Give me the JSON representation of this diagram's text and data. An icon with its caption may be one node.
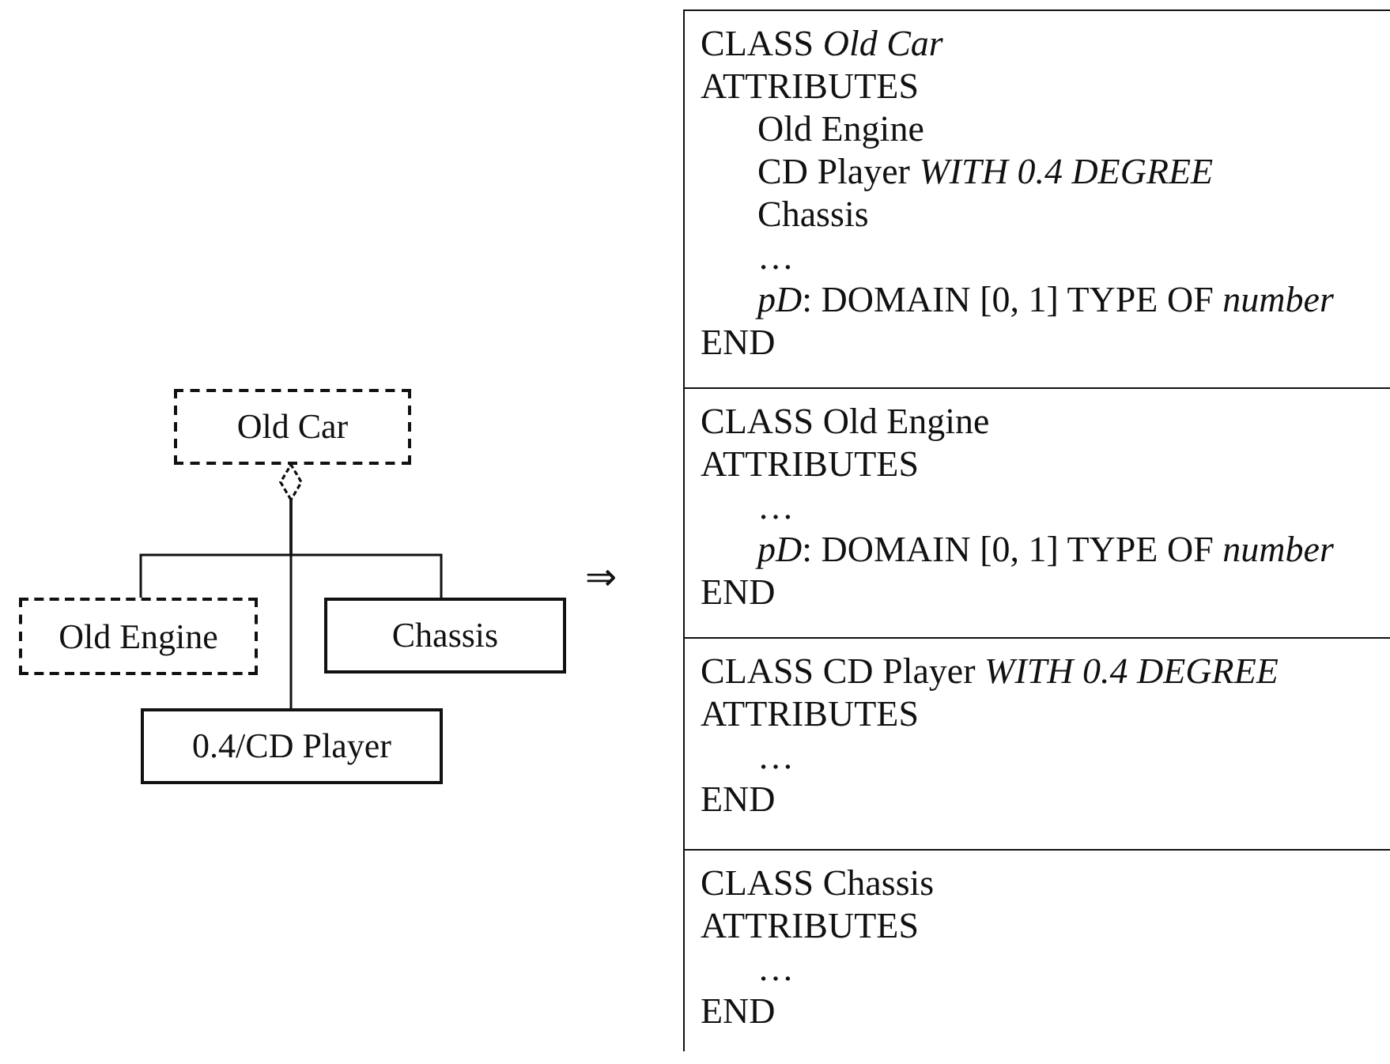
{
  "diagram": {
    "nodes": [
      {
        "text": [
          "Old Car"
        ]
      },
      {
        "text": [
          "Old Engine"
        ]
      },
      {
        "text": [
          "Chassis"
        ]
      },
      {
        "text": [
          "0.4/CD Player"
        ]
      },
      {
        "text": [
          "CLASS *Old Car*",
          "ATTRIBUTES",
          "Old Engine",
          "CD Player *WITH 0.4 DEGREE*",
          "Chassis",
          "…",
          "*pD*: DOMAIN [0, 1] TYPE OF *number*",
          "END"
        ]
      },
      {
        "text": [
          "CLASS Old Engine",
          "ATTRIBUTES",
          "…",
          "*pD*: DOMAIN [0, 1] TYPE OF *number*",
          "END"
        ]
      },
      {
        "text": [
          "CLASS CD Player *WITH 0.4 DEGREE*",
          "ATTRIBUTES",
          "…",
          "END"
        ]
      },
      {
        "text": [
          "CLASS Chassis",
          "ATTRIBUTES",
          "…",
          "END"
        ]
      }
    ],
    "edges": [
      {
        "from": 1,
        "to": 0,
        "arrow": "other"
      },
      {
        "from": 3,
        "to": 0,
        "arrow": "other"
      },
      {
        "from": 2,
        "to": 0,
        "arrow": "other"
      }
    ],
    "labels": [
      "⇒"
    ]
  }
}
